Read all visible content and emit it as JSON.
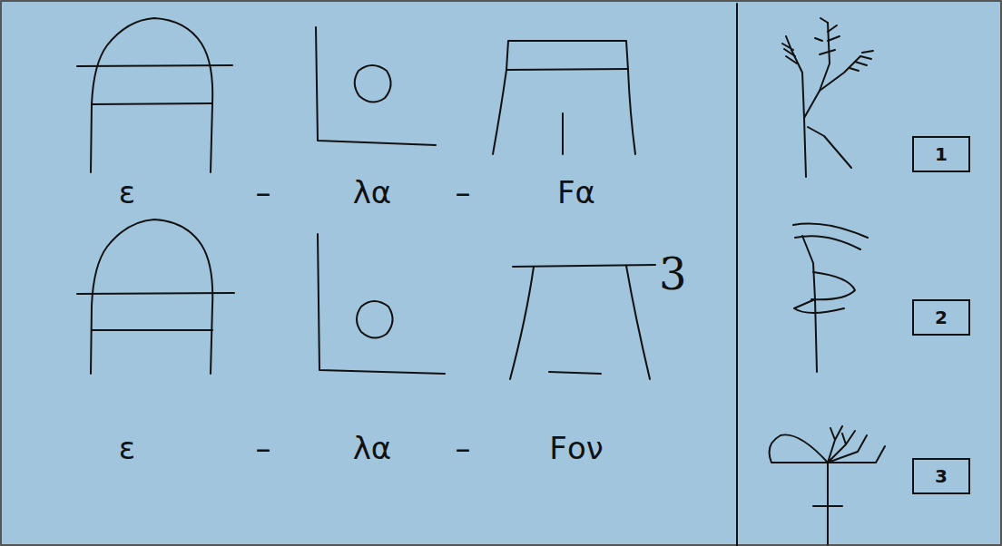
{
  "diagram": {
    "nodes": [
      {
        "text": [
          "1"
        ]
      },
      {
        "text": [
          "2"
        ]
      },
      {
        "text": [
          "3"
        ]
      }
    ],
    "labels": [
      "ε",
      "–",
      "λα",
      "–",
      "Fα",
      "ε",
      "–",
      "λα",
      "–",
      "Fον",
      "3"
    ]
  }
}
